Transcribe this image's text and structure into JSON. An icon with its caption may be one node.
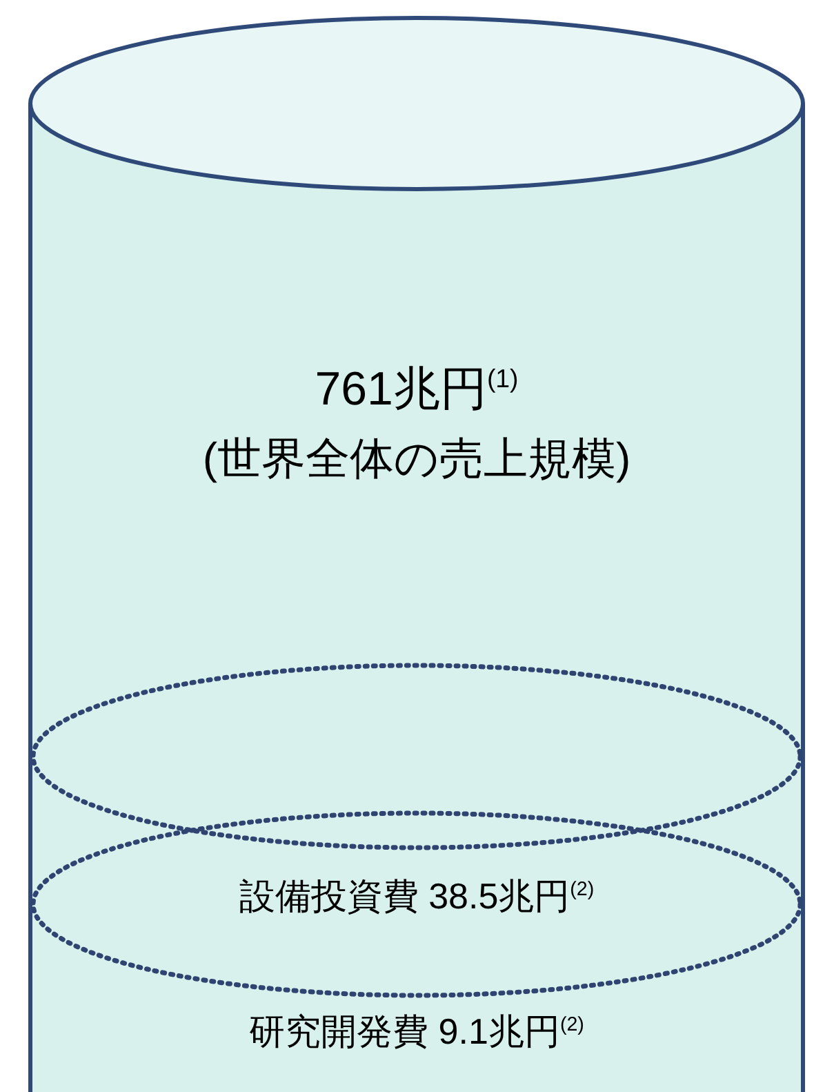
{
  "diagram": {
    "nodes": [
      {
        "text": [
          "761兆円$^{(1)}$",
          "(世界全体の売上規模)"
        ]
      },
      {
        "text": [],
        "shape": "ellipse",
        "in": 0
      },
      {
        "text": [
          "設備投資費 38.5兆円$^{(2)}$"
        ],
        "in": 0
      }
    ],
    "labels": [
      "研究開発費 9.1兆円$^{(2)}$"
    ]
  }
}
